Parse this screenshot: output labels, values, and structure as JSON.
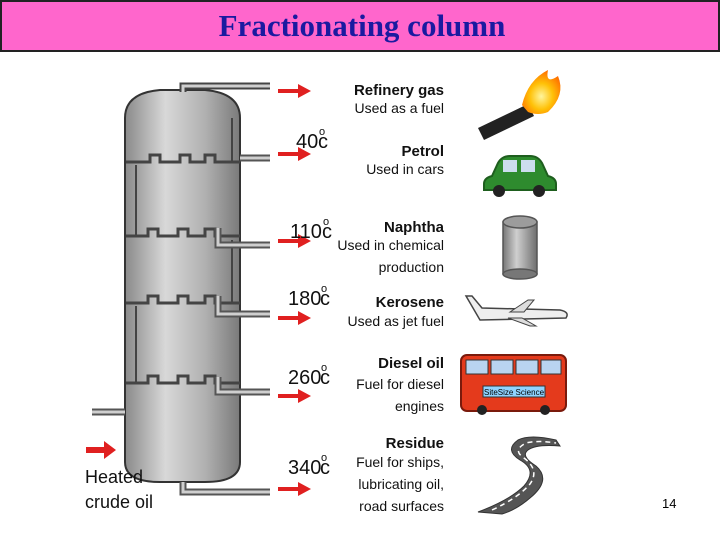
{
  "title": "Fractionating column",
  "slide_number": "14",
  "feed": {
    "line1": "Heated",
    "line2": "crude oil"
  },
  "temp_unit": "c",
  "temp_degree": "o",
  "fractions": [
    {
      "name": "Refinery gas",
      "use": [
        "Used as a fuel"
      ],
      "temp": "",
      "icon": "flame-icon"
    },
    {
      "name": "Petrol",
      "use": [
        "Used in cars"
      ],
      "temp": "40",
      "icon": "car-icon"
    },
    {
      "name": "Naphtha",
      "use": [
        "Used in chemical",
        "production"
      ],
      "temp": "110",
      "icon": "drum-icon"
    },
    {
      "name": "Kerosene",
      "use": [
        "Used as jet fuel"
      ],
      "temp": "180",
      "icon": "jet-plane-icon"
    },
    {
      "name": "Diesel oil",
      "use": [
        "Fuel for diesel",
        "engines"
      ],
      "temp": "260",
      "icon": "bus-icon"
    },
    {
      "name": "Residue",
      "use": [
        "Fuel for ships,",
        "lubricating oil,",
        "road surfaces"
      ],
      "temp": "340",
      "icon": "road-icon"
    }
  ],
  "bus_sign": "SiteSize Science",
  "colors": {
    "title_bg": "#ff66cc",
    "title_text": "#1a1aa0",
    "arrow": "#e02020",
    "column": "#bdbdbd"
  }
}
